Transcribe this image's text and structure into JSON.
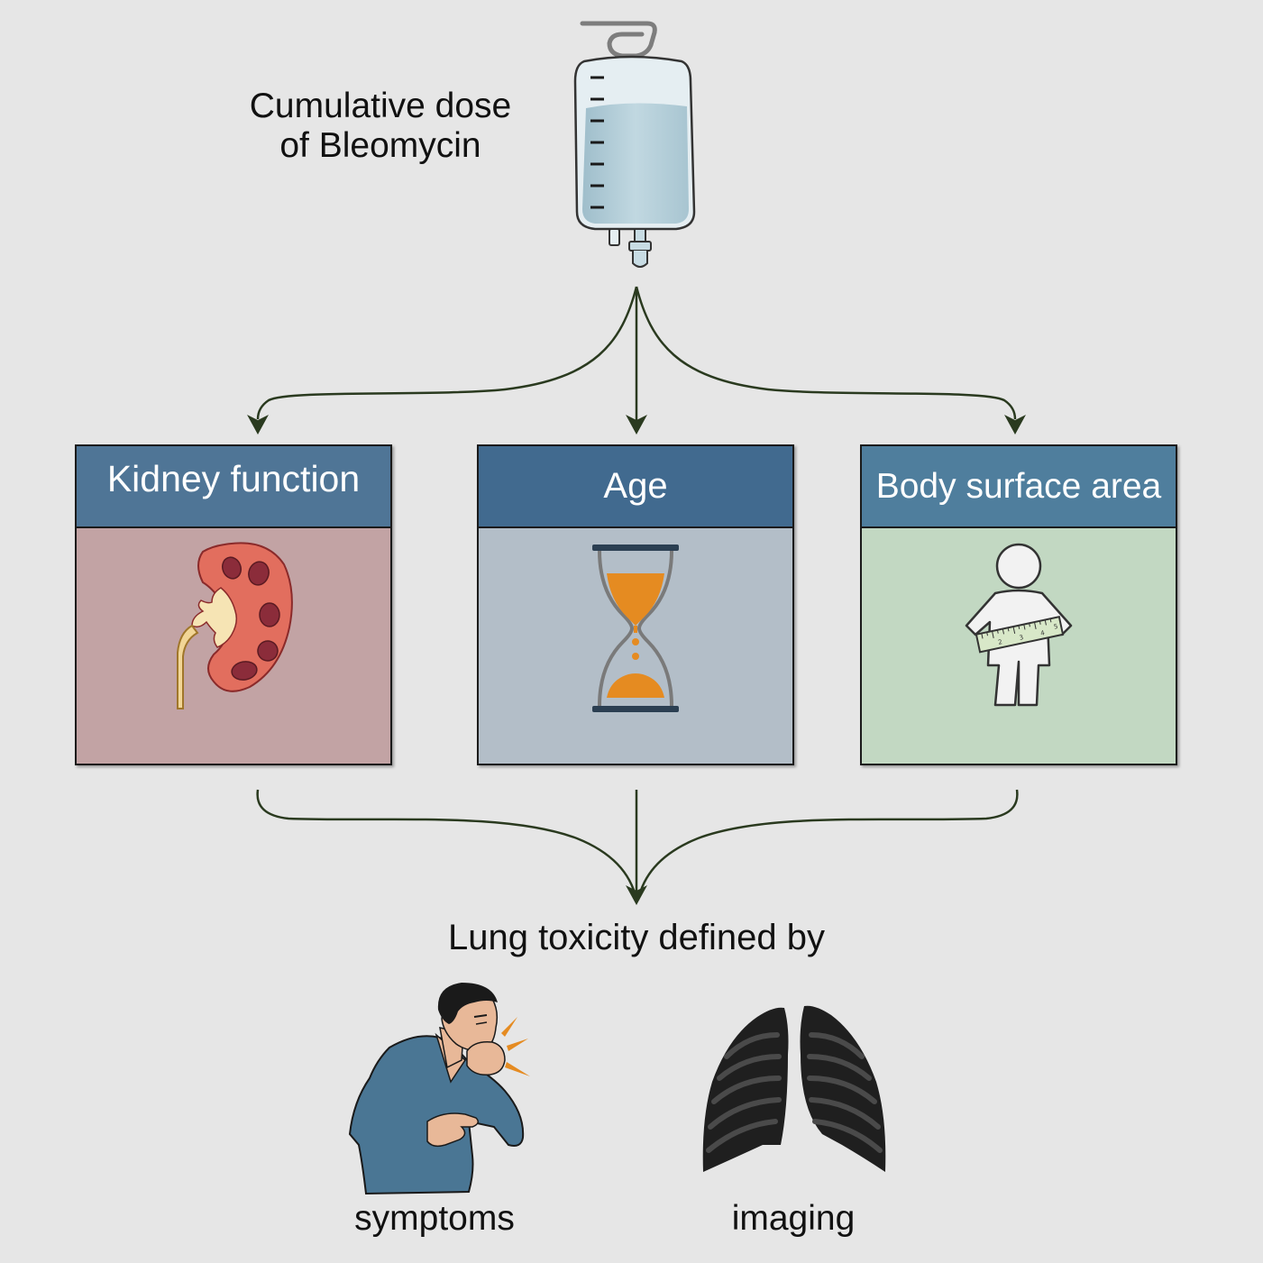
{
  "dose": {
    "line1": "Cumulative dose",
    "line2": "of Bleomycin"
  },
  "factors": [
    {
      "label": "Kidney function",
      "icon": "kidney-icon",
      "color": "#c2a3a4",
      "header_color": "#4f7596"
    },
    {
      "label": "Age",
      "icon": "hourglass-icon",
      "color": "#b3bec8",
      "header_color": "#416a8f"
    },
    {
      "label": "Body surface area",
      "icon": "person-measuring-tape-icon",
      "color": "#c2d8c2",
      "header_color": "#4f7e9d"
    }
  ],
  "outcome": {
    "title": "Lung toxicity defined by",
    "items": [
      {
        "label": "symptoms",
        "icon": "coughing-man-icon"
      },
      {
        "label": "imaging",
        "icon": "lungs-xray-icon"
      }
    ]
  },
  "colors": {
    "background": "#e6e6e6",
    "arrow": "#2a3a1f",
    "accent_orange": "#e58b21"
  },
  "icons": {
    "dose": "iv-bag-icon",
    "ruler_ticks": [
      "2",
      "3",
      "4",
      "5"
    ]
  }
}
